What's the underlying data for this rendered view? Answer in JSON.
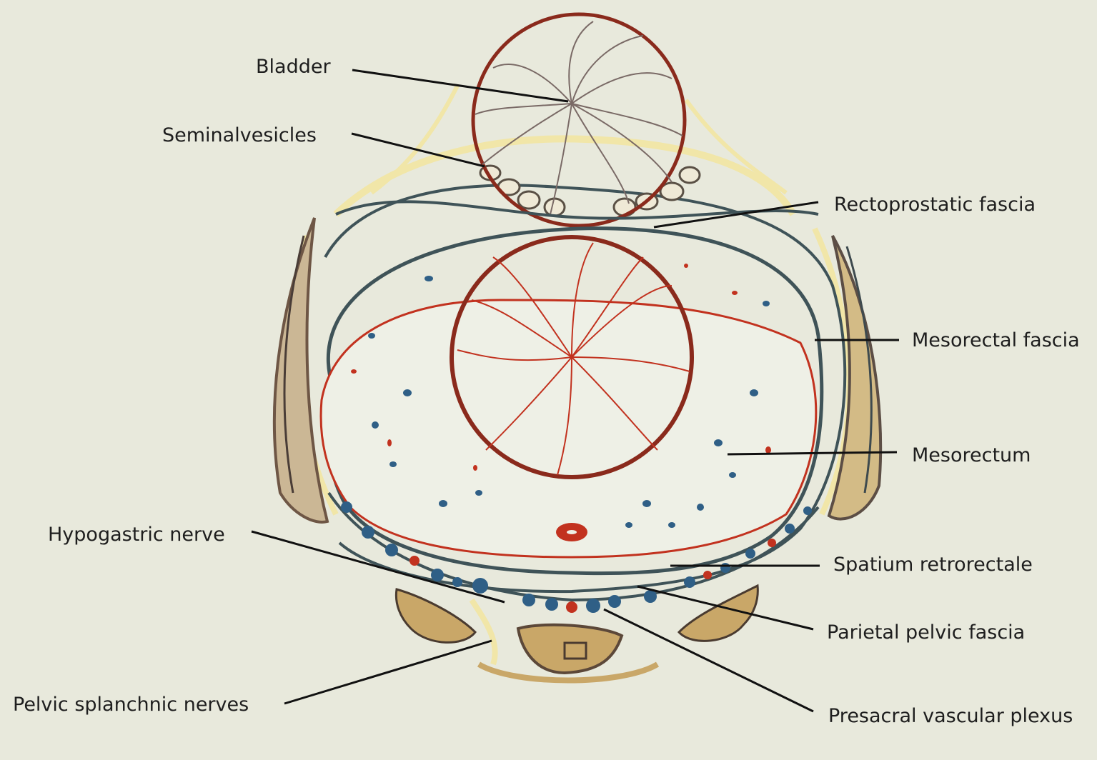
{
  "labels": {
    "bladder": "Bladder",
    "seminal_vesicles": "Seminalvesicles",
    "rectoprostatic_fascia": "Rectoprostatic fascia",
    "mesorectal_fascia": "Mesorectal fascia",
    "mesorectum": "Mesorectum",
    "hypogastric_nerve": "Hypogastric nerve",
    "spatium_retrorectale": "Spatium retrorectale",
    "parietal_pelvic_fascia": "Parietal pelvic fascia",
    "pelvic_splanchnic_nerves": "Pelvic splanchnic nerves",
    "presacral_vascular_plexus": "Presacral vascular plexus"
  },
  "colors": {
    "background": "#e8e9dc",
    "muscle_outline": "#8a2a1c",
    "vessel_red": "#c2321f",
    "vessel_blue": "#2f5f86",
    "fascia_slate": "#3f5358",
    "nerve_yellow": "#f1e6a8",
    "bone_tan": "#c9a768"
  }
}
